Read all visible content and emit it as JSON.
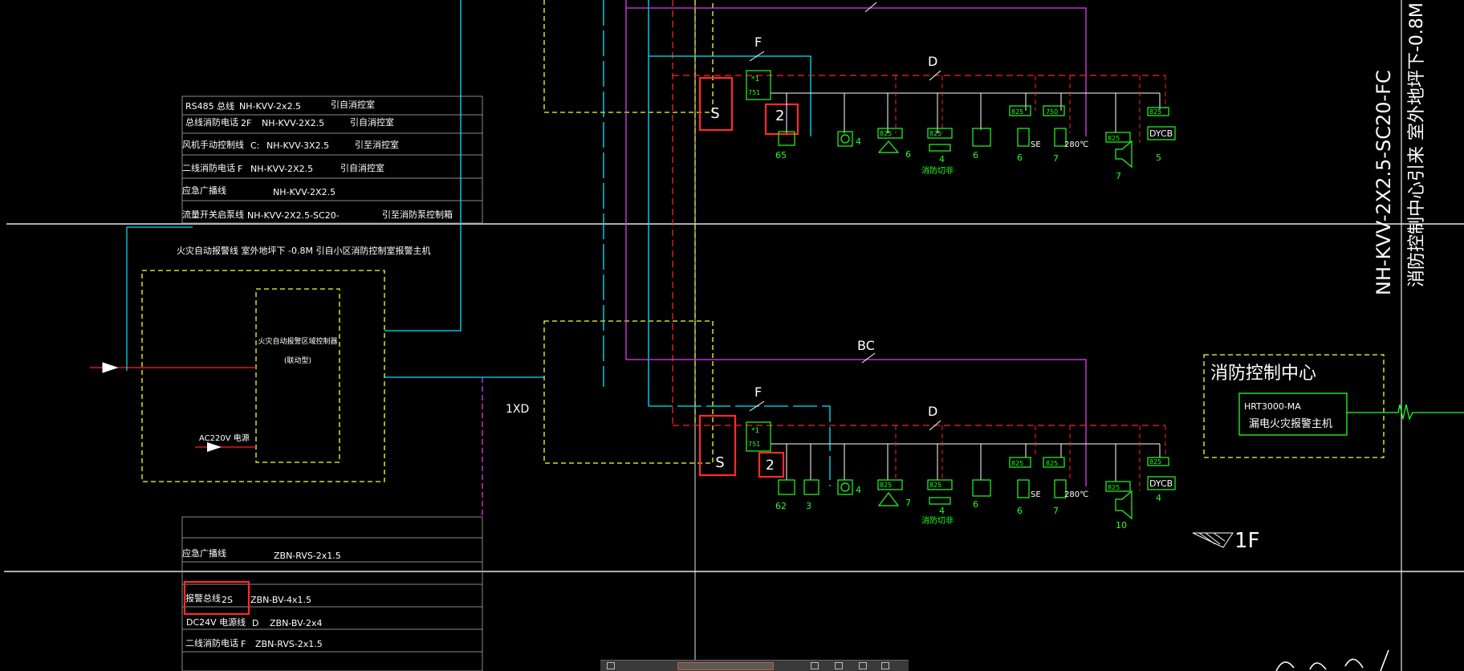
{
  "riser_label": "NH-KVV-2X2.5-SC20-FC",
  "riser_sub_label": "消防控制中心引来 室外地坪下-0.8M",
  "cable_table_top": [
    {
      "name": "RS485 总线",
      "code": "",
      "spec": "NH-KVV-2x2.5",
      "note": "引自消控室"
    },
    {
      "name": "总线消防电话",
      "code": "2F",
      "spec": "NH-KVV-2X2.5",
      "note": "引自消控室"
    },
    {
      "name": "风机手动控制线",
      "code": "C:",
      "spec": "NH-KVV-3X2.5",
      "note": "引至消控室"
    },
    {
      "name": "二线消防电话",
      "code": "F",
      "spec": "NH-KVV-2X2.5",
      "note": "引自消控室"
    },
    {
      "name": "应急广播线",
      "code": "",
      "spec": "NH-KVV-2X2.5",
      "note": ""
    },
    {
      "name": "流量开关启泵线",
      "code": "",
      "spec": "NH-KVV-2X2.5-SC20-",
      "note": "引至消防泵控制箱"
    }
  ],
  "fire_alarm_note": "火灾自动报警线    室外地坪下 -0.8M   引自小区消防控制室报警主机",
  "controller_label_1": "火灾自动报警区域控制器",
  "controller_label_2": "(联动型)",
  "power_label": "AC220V  电源",
  "label_1xd": "1XD",
  "cable_table_bottom": [
    {
      "name": "应急广播线",
      "code": "",
      "spec": "ZBN-RVS-2x1.5"
    },
    {
      "name": "报警总线",
      "code": "2S",
      "spec": "ZBN-BV-4x1.5"
    },
    {
      "name": "DC24V 电源线",
      "code": "D",
      "spec": "ZBN-BV-2x4"
    },
    {
      "name": "二线消防电话",
      "code": "F",
      "spec": "ZBN-RVS-2x1.5"
    }
  ],
  "floor_upper": {
    "line_labels": {
      "f": "F",
      "d": "D"
    },
    "box_s": "S",
    "box_2": "2",
    "module_top": "*1",
    "module_bottom": "751",
    "device_counts": [
      "65",
      "4",
      "6",
      "4",
      "6",
      "6",
      "7",
      "7",
      "5"
    ],
    "tags": [
      "825",
      "825",
      "825",
      "750",
      "825",
      "825"
    ],
    "dycb": "DYCB",
    "se": "SE",
    "temp": "280℃",
    "fire_cut": "消防切非"
  },
  "floor_lower": {
    "line_labels": {
      "bc": "BC",
      "f": "F",
      "d": "D"
    },
    "box_s": "S",
    "box_2": "2",
    "module_top": "*1",
    "module_bottom": "751",
    "device_counts": [
      "62",
      "3",
      "4",
      "7",
      "4",
      "6",
      "6",
      "7",
      "10",
      "4"
    ],
    "tags": [
      "825",
      "825",
      "825",
      "825",
      "825",
      "825"
    ],
    "dycb": "DYCB",
    "se": "SE",
    "temp": "280℃",
    "fire_cut": "消防切非"
  },
  "control_center": {
    "title": "消防控制中心",
    "host_line_1": "HRT3000-MA",
    "host_line_2": "漏电火灾报警主机"
  },
  "floor_level": "1F",
  "colors": {
    "cyan": "#00e6ff",
    "yellow": "#ffff33",
    "magenta": "#e23bf0",
    "red": "#ff2020",
    "green": "#22ff22",
    "white": "#ffffff",
    "gray": "#b0b0b0",
    "highlight": "#ff2a2a"
  }
}
